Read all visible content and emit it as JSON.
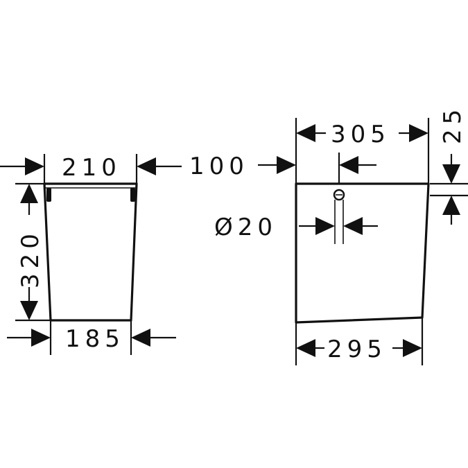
{
  "dimensions": {
    "side_top_width": "210",
    "side_height": "320",
    "side_bottom_width": "185",
    "offset": "100",
    "front_top_width": "305",
    "front_top_thickness": "25",
    "hole_diameter": "Ø20",
    "front_bottom_width": "295"
  },
  "colors": {
    "line": "#111111",
    "background": "#ffffff"
  }
}
